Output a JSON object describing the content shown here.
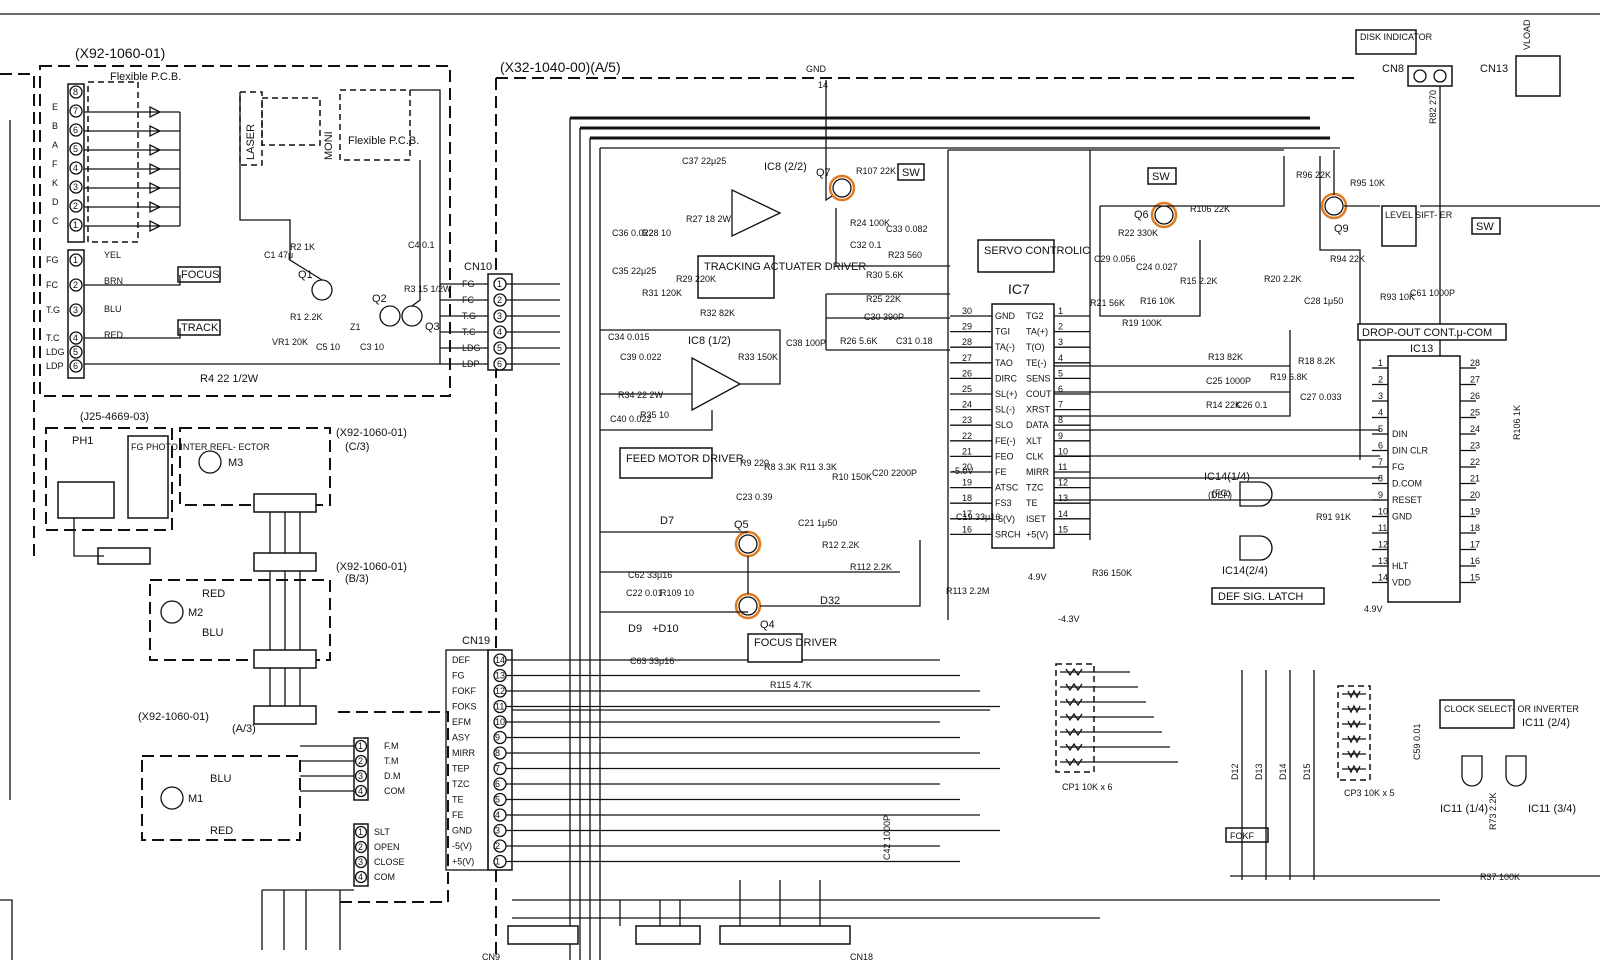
{
  "modules": {
    "left_top": "(X92-1060-01)",
    "main": "(X32-1040-00)(A/5)",
    "j25": "(J25-4669-03)",
    "c3": "(X92-1060-01)",
    "c3_sub": "(C/3)",
    "b3": "(X92-1060-01)",
    "b3_sub": "(B/3)",
    "a3": "(X92-1060-01)",
    "a3_sub": "(A/3)"
  },
  "labels": {
    "flexible_pcb_1": "Flexible P.C.B.",
    "flexible_pcb_2": "Flexible P.C.B.",
    "laser": "LASER",
    "moni": "MONI",
    "focus": "FOCUS",
    "track": "TRACK",
    "tracking_driver": "TRACKING ACTUATER DRIVER",
    "feed_motor_driver": "FEED MOTOR DRIVER",
    "focus_driver": "FOCUS DRIVER",
    "servo_control": "SERVO CONTROLIC",
    "sw1": "SW",
    "sw2": "SW",
    "sw3": "SW",
    "level_shifter": "LEVEL SIFT- ER",
    "dropout": "DROP-OUT CONT.μ-COM",
    "def_latch": "DEF SIG. LATCH",
    "clock_select": "CLOCK SELECT- OR INVERTER",
    "disk_indicator": "DISK INDICATOR",
    "fg_photo": "FG PHOTO INTER REFL- ECTOR",
    "gnd": "GND",
    "vload": "VLOAD"
  },
  "refs": {
    "ic7": "IC7",
    "ic8a": "IC8 (2/2)",
    "ic8b": "IC8 (1/2)",
    "ic13": "IC13",
    "ic14a": "IC14(1/4)",
    "ic14b": "IC14(2/4)",
    "ic11a": "IC11 (1/4)",
    "ic11b": "IC11 (3/4)",
    "ic11c": "IC11 (2/4)",
    "q1": "Q1",
    "q2": "Q2",
    "q3": "Q3",
    "q4": "Q4",
    "q5": "Q5",
    "q6": "Q6",
    "q7": "Q7",
    "q9": "Q9",
    "d7": "D7",
    "d9": "D9",
    "d10": "+D10",
    "d32": "D32",
    "d12": "D12",
    "d13": "D13",
    "d14": "D14",
    "d15": "D15",
    "m1": "M1",
    "m2": "M2",
    "m3": "M3",
    "ph1": "PH1",
    "cn10": "CN10",
    "cn19": "CN19",
    "cn8": "CN8",
    "cn13": "CN13",
    "cn9": "CN9",
    "cn18": "CN18",
    "cp1": "CP1 10K x 6",
    "cp3": "CP3 10K x 5"
  },
  "components": {
    "r107": "R107 22K",
    "r24": "R24 100K",
    "c33": "C33 0.082",
    "c32": "C32 0.1",
    "r23": "R23 560",
    "r30": "R30 5.6K",
    "r25": "R25 22K",
    "c30": "C30 390P",
    "r26": "R26 5.6K",
    "c31": "C31 0.18",
    "c37": "C37 22μ25",
    "r27": "R27 18 2W",
    "c36": "C36 0.022",
    "r28": "R28 10",
    "c35": "C35 22μ25",
    "r31": "R31 120K",
    "r29": "R29 220K",
    "c34": "C34 0.015",
    "r32": "R32 82K",
    "c39": "C39 0.022",
    "r34": "R34 22 2W",
    "r33": "R33 150K",
    "c38": "C38 100P",
    "c40": "C40 0.022",
    "r35": "R35 10",
    "c23": "C23 0.39",
    "r9": "R9 220",
    "r8": "R8 3.3K",
    "r11": "R11 3.3K",
    "r10": "R10 150K",
    "c20": "C20 2200P",
    "c21": "C21 1μ50",
    "r12": "R12 2.2K",
    "c62": "C62 33μ16",
    "r112": "R112 2.2K",
    "c22": "C22 0.01",
    "r109": "R109 10",
    "c63": "C63 33μ16",
    "r115": "R115 4.7K",
    "c42": "C42 1000P",
    "c19": "C19 33μ16",
    "r113": "R113 2.2M",
    "r36": "R36 150K",
    "r106": "R106 22K",
    "r22": "R22 330K",
    "c29": "C29 0.056",
    "c24": "C24 0.027",
    "r21": "R21 56K",
    "r16": "R16 10K",
    "r15": "R15 2.2K",
    "r19": "R19 100K",
    "r20": "R20 2.2K",
    "c28": "C28 1μ50",
    "r13": "R13 82K",
    "c25": "C25 1000P",
    "r14": "R14 22K",
    "c26": "C26 0.1",
    "r19b": "R19 6.8K",
    "r18": "R18 8.2K",
    "c27": "C27 0.033",
    "r96": "R96 22K",
    "r95": "R95 10K",
    "r94": "R94 22K",
    "r93": "R93 10K",
    "c61": "C61 1000P",
    "r91": "R91 91K",
    "r82": "R82 270",
    "r37": "R37 100K",
    "c59": "C59 0.01",
    "r73": "R73 2.2K",
    "r106b": "R106 1K",
    "r4": "R4 22 1/2W",
    "vr1": "VR1 20K",
    "r1": "R1 2.2K",
    "r2": "R2 1K",
    "c1": "C1 47μ",
    "c4": "C4 0.1",
    "r3": "R3 15 1/2W",
    "c5": "C5 10",
    "c3": "C3 10",
    "z1": "Z1"
  },
  "volts": {
    "v1": "-5.0V",
    "v2": "4.9V",
    "v3": "-4.3V",
    "v4": "4.9V"
  },
  "ic7_left_pins": [
    "GND",
    "TGI",
    "TA(-)",
    "TAO",
    "DIRC",
    "SL(+)",
    "SL(-)",
    "SLO",
    "FE(-)",
    "FEO",
    "FE",
    "ATSC",
    "FS3",
    "-5(V)",
    "SRCH"
  ],
  "ic7_left_nums": [
    "30",
    "29",
    "28",
    "27",
    "26",
    "25",
    "24",
    "23",
    "22",
    "21",
    "20",
    "19",
    "18",
    "17",
    "16"
  ],
  "ic7_right_pins": [
    "TG2",
    "TA(+)",
    "T(O)",
    "TE(-)",
    "SENS",
    "COUT",
    "XRST",
    "DATA",
    "XLT",
    "CLK",
    "MIRR",
    "TZC",
    "TE",
    "ISET",
    "+5(V)"
  ],
  "ic7_right_nums": [
    "1",
    "2",
    "3",
    "4",
    "5",
    "6",
    "7",
    "8",
    "9",
    "10",
    "11",
    "12",
    "13",
    "14",
    "15"
  ],
  "ic13_left": [
    "",
    "",
    "",
    "",
    "DIN",
    "DIN CLR",
    "FG",
    "D.COM",
    "RESET",
    "GND",
    "",
    "",
    "HLT",
    "VDD"
  ],
  "cn10_pins": [
    "FG",
    "FC",
    "T.G",
    "T.C",
    "LDG",
    "LDP"
  ],
  "cn19_pins": [
    "DEF",
    "FG",
    "FOKF",
    "FOKS",
    "EFM",
    "ASY",
    "MIRR",
    "TEP",
    "TZC",
    "TE",
    "FE",
    "GND",
    "-5(V)",
    "+5(V)"
  ],
  "cn19_nums": [
    "14",
    "13",
    "12",
    "11",
    "10",
    "9",
    "8",
    "7",
    "6",
    "5",
    "4",
    "3",
    "2",
    "1"
  ],
  "left_conn_pins": [
    "FG",
    "FC",
    "T.G",
    "T.C",
    "LDG",
    "LDP"
  ],
  "wire_colors": [
    "YEL",
    "BRN",
    "BLU",
    "RED"
  ],
  "flex_letters": [
    "E",
    "B",
    "A",
    "F",
    "K",
    "D",
    "C"
  ],
  "a3_pins": [
    "F.M",
    "T.M",
    "D.M",
    "COM"
  ],
  "sw_pins": [
    "SLT",
    "OPEN",
    "CLOSE",
    "COM"
  ],
  "misc": {
    "red": "RED",
    "blu": "BLU",
    "fokf": "FOKF",
    "fg": "FG",
    "def": "DEF",
    "gnd_num": "14",
    "fg_ic14": "(FG)",
    "def_ic14": "(DEF)"
  }
}
